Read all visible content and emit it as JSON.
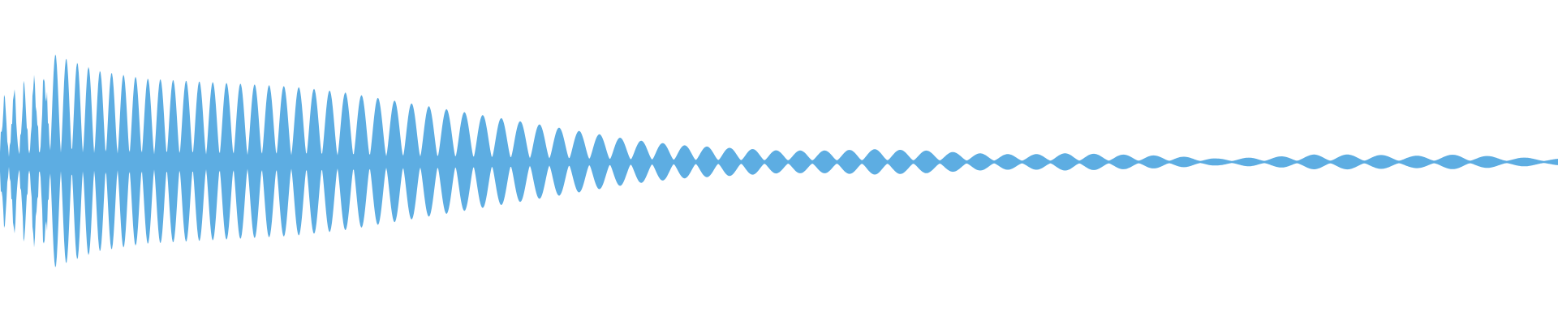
{
  "waveform": {
    "color": "#5dade2",
    "background": "#ffffff",
    "envelope_peaks": [
      0.55,
      0.82,
      0.68,
      0.62,
      0.6,
      0.58,
      0.56,
      0.52,
      0.46,
      0.4,
      0.34,
      0.28,
      0.22,
      0.16,
      0.12,
      0.1,
      0.08,
      0.08,
      0.09,
      0.08,
      0.06,
      0.05,
      0.06,
      0.05,
      0.04,
      0.02,
      0.03,
      0.05,
      0.05,
      0.04,
      0.05,
      0.03,
      0.02
    ]
  }
}
